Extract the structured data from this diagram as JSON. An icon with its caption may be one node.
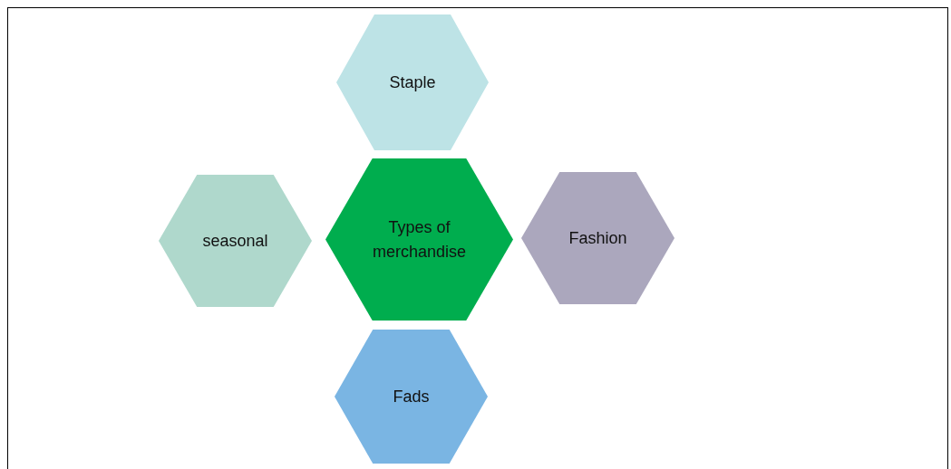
{
  "diagram": {
    "nodes": [
      {
        "text": [
          "Staple"
        ]
      },
      {
        "text": [
          "seasonal"
        ]
      },
      {
        "text": [
          "Types of merchandise"
        ]
      },
      {
        "text": [
          "Fashion"
        ]
      },
      {
        "text": [
          "Fads"
        ]
      }
    ]
  }
}
